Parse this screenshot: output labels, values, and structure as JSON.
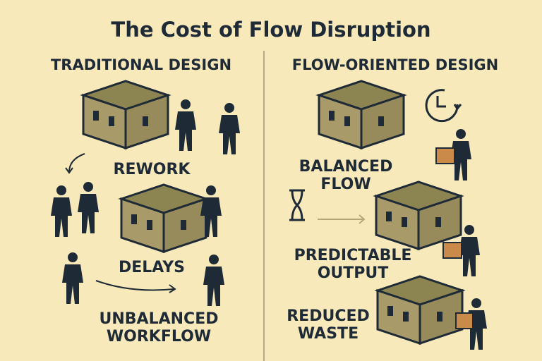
{
  "title": "The Cost of Flow Disruption",
  "left": {
    "heading": "TRADITIONAL DESIGN",
    "labels": [
      "REWORK",
      "DELAYS",
      "UNBALANCED WORKFLOW"
    ]
  },
  "right": {
    "heading": "FLOW-ORIENTED DESIGN",
    "labels": [
      "BALANCED FLOW",
      "PREDICTABLE OUTPUT",
      "REDUCED WASTE"
    ]
  },
  "icons": [
    "building-icon",
    "worker-icon",
    "clock-icon",
    "hourglass-icon",
    "arrow-icon",
    "box-icon"
  ],
  "colors": {
    "background": "#f8e9bb",
    "text": "#1e2b37",
    "roof": "#8c8552",
    "wall": "#a99b69"
  }
}
